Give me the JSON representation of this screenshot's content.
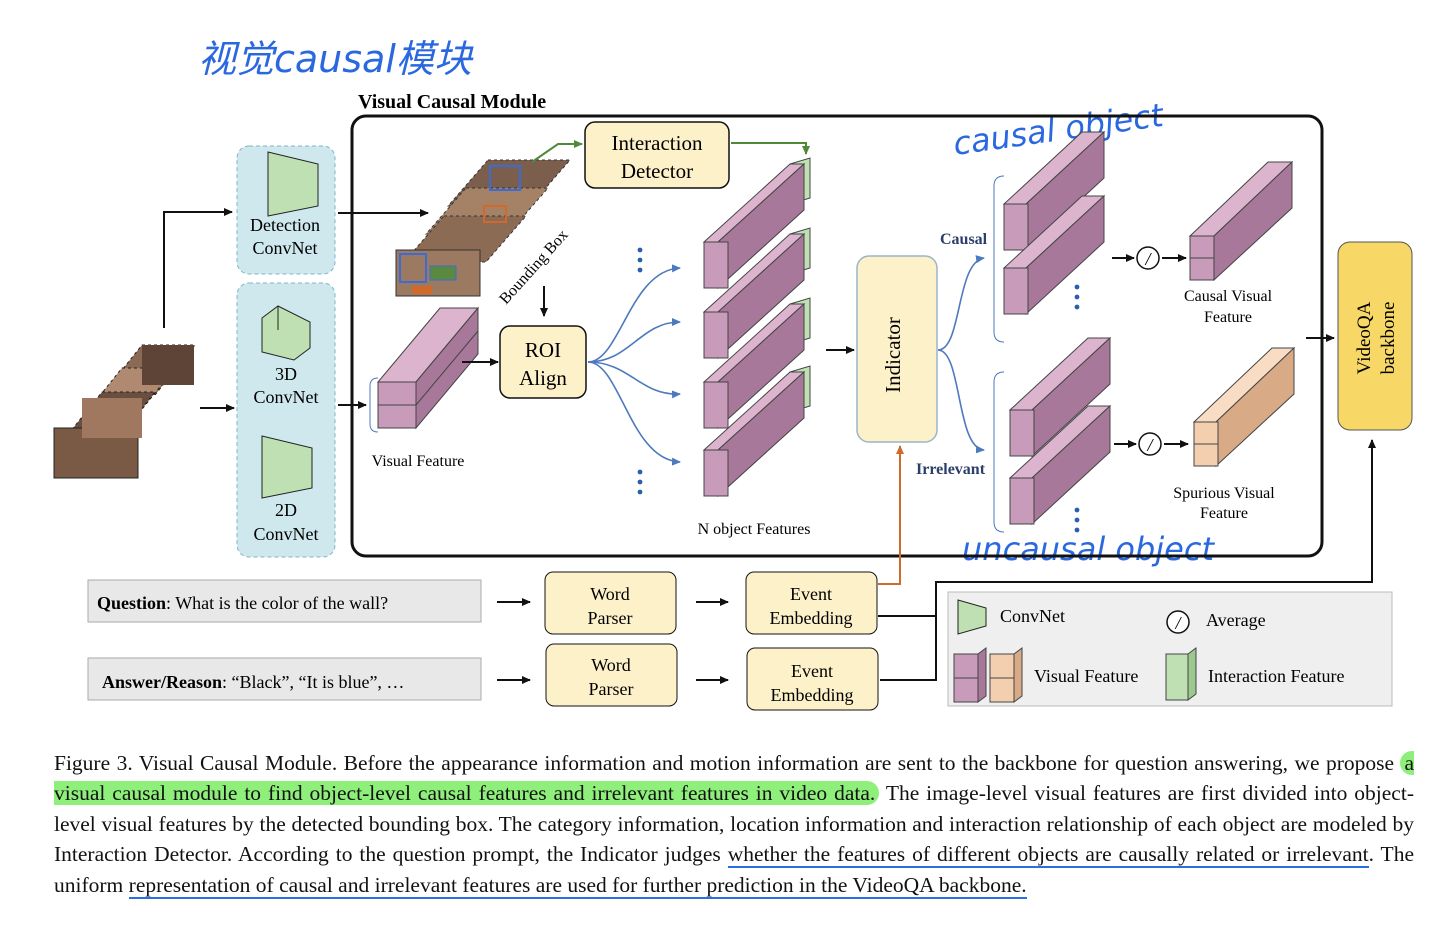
{
  "handwritten": {
    "visual_module_note": "视觉causal模块",
    "causal_object_note": "causal object",
    "uncausal_object_note": "uncausal object"
  },
  "module": {
    "title": "Visual Causal Module",
    "interaction_detector": [
      "Interaction",
      "Detector"
    ],
    "detection_convnet": [
      "Detection",
      "ConvNet"
    ],
    "convnet_3d": [
      "3D",
      "ConvNet"
    ],
    "convnet_2d": [
      "2D",
      "ConvNet"
    ],
    "bounding_box_label": "Bounding Box",
    "roi_align": [
      "ROI",
      "Align"
    ],
    "visual_feature_label": "Visual Feature",
    "n_object_features_label": "N object Features",
    "indicator_label": "Indicator",
    "causal_branch_label": "Causal",
    "irrelevant_branch_label": "Irrelevant",
    "causal_visual_feature": [
      "Causal Visual",
      "Feature"
    ],
    "spurious_visual_feature": [
      "Spurious Visual",
      "Feature"
    ],
    "videoqa_backbone": [
      "VideoQA",
      "backbone"
    ],
    "average_symbol": "/"
  },
  "inputs": {
    "question_key": "Question",
    "question_text": ": What is the color of the wall?",
    "answer_key": "Answer/Reason",
    "answer_text": ": “Black”, “It is blue”, …",
    "word_parser": [
      "Word",
      "Parser"
    ],
    "event_embedding": [
      "Event",
      "Embedding"
    ]
  },
  "legend": {
    "convnet": "ConvNet",
    "average": "Average",
    "visual_feature": "Visual Feature",
    "interaction_feature": "Interaction Feature"
  },
  "caption": {
    "part1": "Figure 3. Visual Causal Module. Before the appearance information and motion information are sent to the backbone for question answering, we propose",
    "highlight": "a visual causal module to find object-level causal features and irrelevant features in video data.",
    "part2": "The image-level visual features are first divided into object-level visual features by the detected bounding box. The category information, location information and interaction relationship of each object are modeled by Interaction Detector. According to the question prompt, the Indicator judges",
    "underline1": "whether the features of different objects are causally related or irrelevant",
    "part3": ". The uniform",
    "underline2": "representation of causal and irrelevant features are used for further prediction in the VideoQA backbone.",
    "highlight_color": "#8ef07a",
    "underline_color": "#2a6fe8"
  },
  "colors": {
    "pink_feature": "#c99bbb",
    "peach_feature": "#f3cfb0",
    "green_feature": "#bfe0b3",
    "blue_box": "#cfe8ee",
    "yellow_box": "#fdf1c9",
    "backbone": "#f7d866",
    "arrow_blue": "#4d79bd",
    "arrow_orange": "#d06a2c",
    "arrow_green": "#4f8a3a"
  }
}
